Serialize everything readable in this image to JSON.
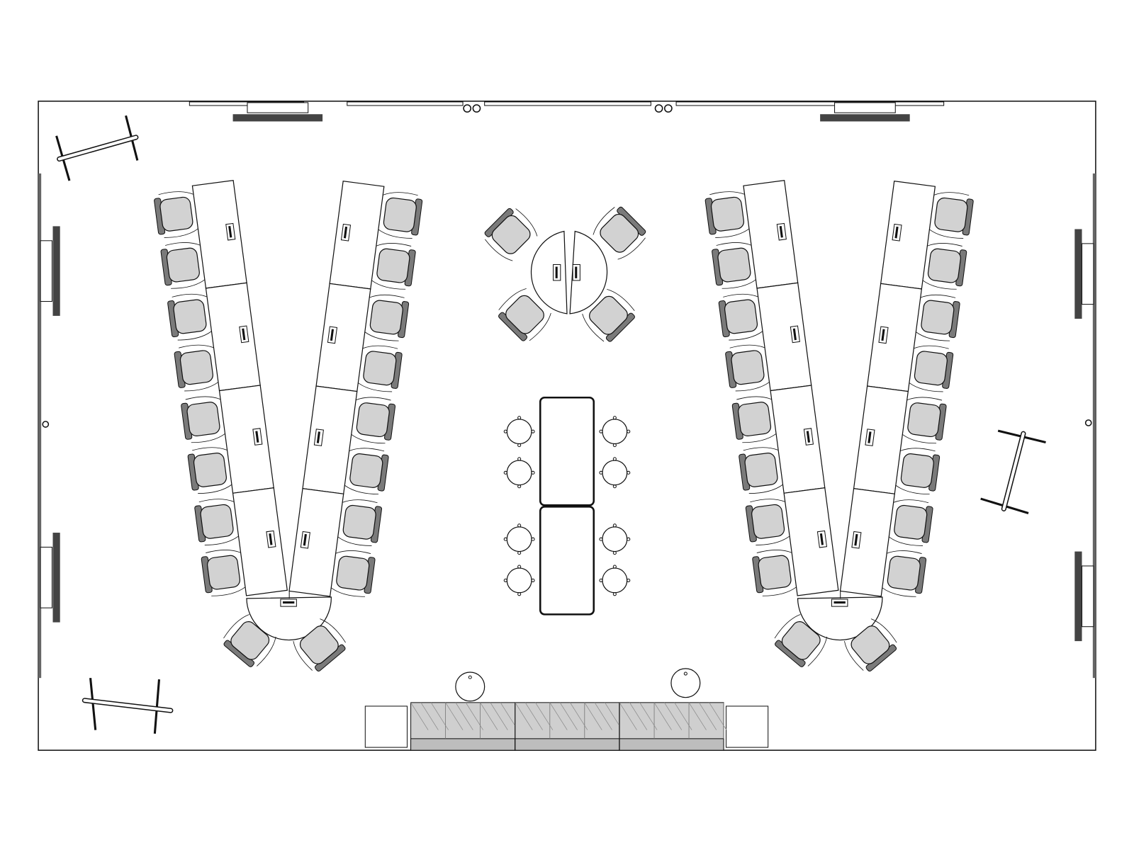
{
  "floor_plan": {
    "colors": {
      "line": "#111111",
      "chair_seat": "#d2d2d2",
      "chair_back": "#7a7a7a",
      "sofa": "#cfcfcf",
      "wall_panel": "#444444"
    },
    "v_table_groups": 2,
    "tables_per_arm": 4,
    "chairs_per_arm": 8,
    "stools_per_side": 4
  }
}
